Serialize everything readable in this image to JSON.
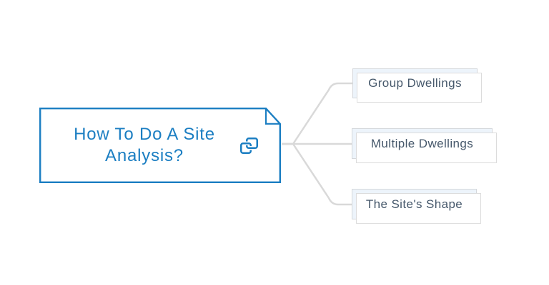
{
  "colors": {
    "accent_blue": "#1b7ec2",
    "connector": "#d9d9d9",
    "child_fill": "#edf4fb",
    "child_border": "#d4d7db",
    "child_shadow_border": "#dcdcdc",
    "child_text": "#46586b",
    "canvas_bg": "#ffffff"
  },
  "root_node": {
    "title": "How To Do A Site Analysis?",
    "icon": "link-icon"
  },
  "child_nodes": [
    {
      "label": "Group Dwellings"
    },
    {
      "label": "Multiple Dwellings"
    },
    {
      "label": "The Site's Shape"
    }
  ]
}
